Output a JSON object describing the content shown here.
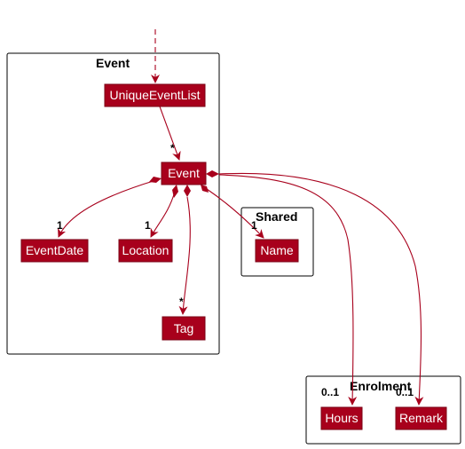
{
  "packages": {
    "event": {
      "title": "Event"
    },
    "shared": {
      "title": "Shared"
    },
    "enrolment": {
      "title": "Enrolment"
    }
  },
  "classes": {
    "unique_event_list": "UniqueEventList",
    "event": "Event",
    "event_date": "EventDate",
    "location": "Location",
    "tag": "Tag",
    "name": "Name",
    "hours": "Hours",
    "remark": "Remark"
  },
  "multiplicities": {
    "list_to_event": "*",
    "event_date": "1",
    "location": "1",
    "name": "1",
    "tag": "*",
    "hours": "0..1",
    "remark": "0..1"
  },
  "colors": {
    "node_fill": "#a8001c",
    "node_text": "#ffffff",
    "edge": "#a8001c",
    "package_border": "#000000"
  }
}
